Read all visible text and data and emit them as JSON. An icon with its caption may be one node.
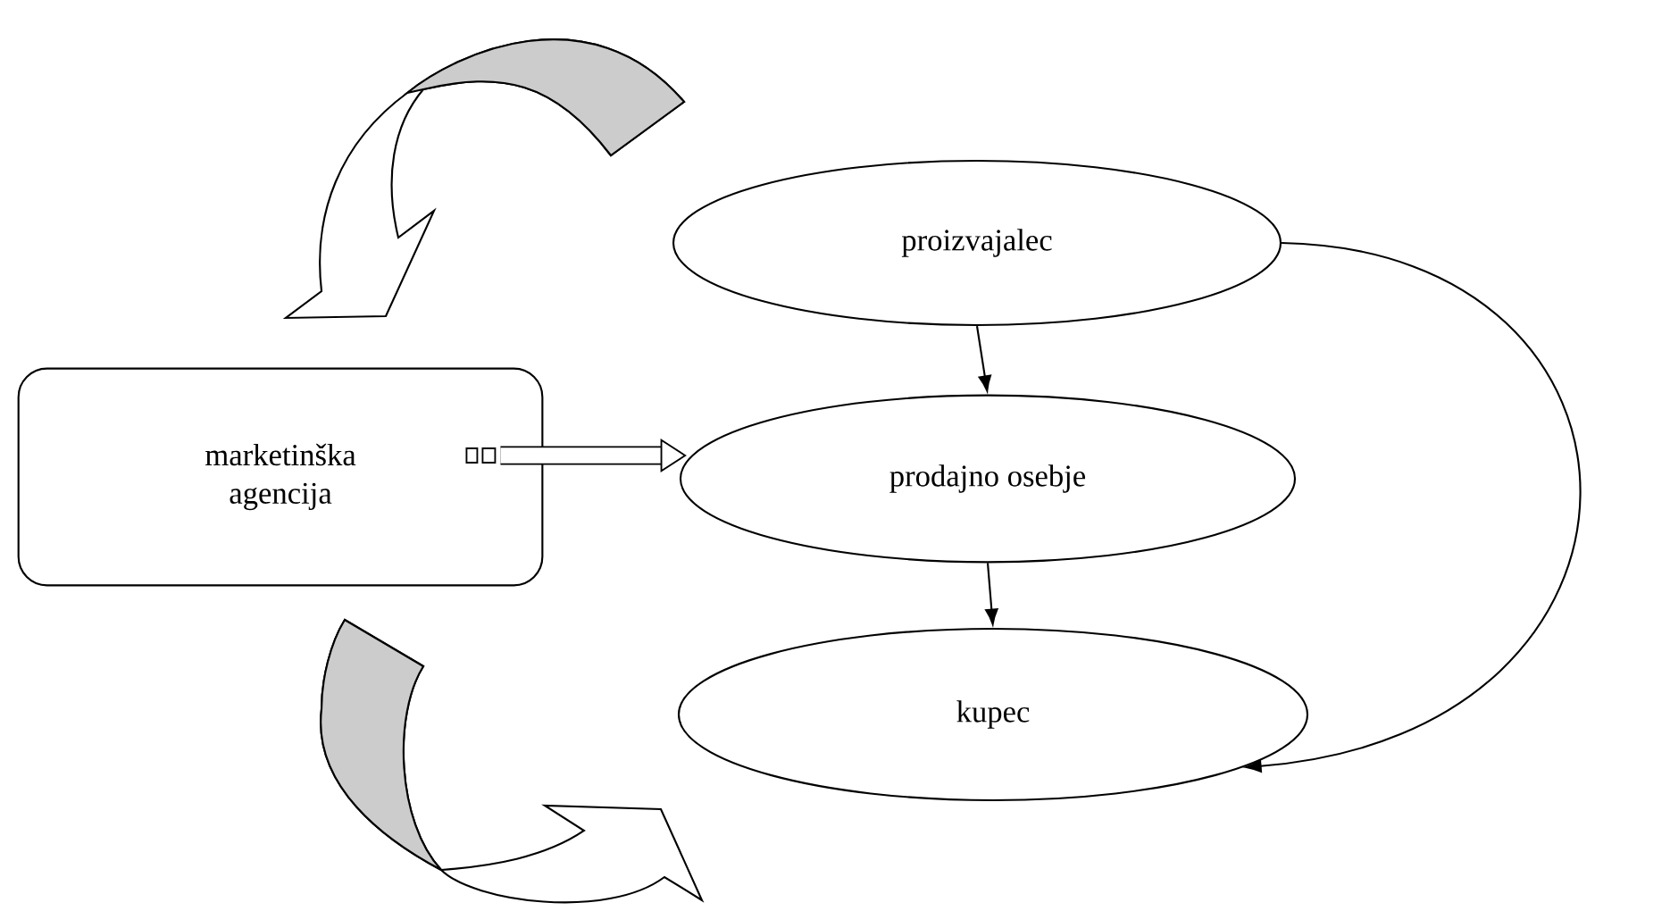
{
  "diagram": {
    "nodes": [
      {
        "text": [
          "proizvajalec"
        ]
      },
      {
        "text": [
          "prodajno osebje"
        ]
      },
      {
        "text": [
          "kupec"
        ]
      },
      {
        "text": [
          "marketinška agencija"
        ]
      }
    ],
    "edges": [
      {
        "from": 0,
        "to": 1,
        "arrow": "to"
      },
      {
        "from": 1,
        "to": 2,
        "arrow": "to"
      },
      {
        "from": 0,
        "to": 2,
        "arrow": "to"
      },
      {
        "from": 3,
        "to": 1,
        "arrow": "to",
        "style": "thick"
      },
      {
        "from": 0,
        "to": 3,
        "arrow": "to"
      },
      {
        "from": 3,
        "to": 2,
        "arrow": "to"
      }
    ]
  }
}
